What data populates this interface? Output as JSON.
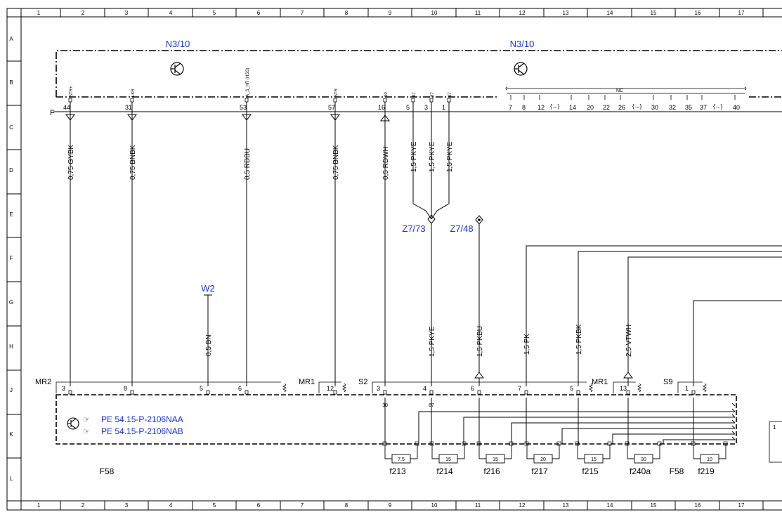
{
  "frame": {
    "columns": [
      "1",
      "2",
      "3",
      "4",
      "5",
      "6",
      "7",
      "8",
      "9",
      "10",
      "11",
      "12",
      "13",
      "14",
      "15",
      "16",
      "17"
    ],
    "rows": [
      "A",
      "B",
      "C",
      "D",
      "E",
      "F",
      "G",
      "H",
      "J",
      "K",
      "L"
    ]
  },
  "components": {
    "n310_left": "N3/10",
    "n310_right": "N3/10",
    "z773": "Z7/73",
    "z748": "Z7/48",
    "w2": "W2",
    "f58_left": "F58",
    "f58_right": "F58"
  },
  "connector_f": "F",
  "nc_label": "NC",
  "top_pins": [
    {
      "num": "44",
      "sig": "STR+",
      "wire": "0,75 GYBK"
    },
    {
      "num": "31",
      "sig": "LKR",
      "wire": "0,75 BNBK"
    },
    {
      "num": "53",
      "sig": "A_S_HR (HSS)",
      "wire": "0,5 RDBU"
    },
    {
      "num": "57",
      "sig": "STR",
      "wire": "0,75 BNBK"
    },
    {
      "num": "16",
      "sig": "30",
      "wire": "0,5 RDWH"
    },
    {
      "num": "5",
      "sig": "87",
      "wire": "1,5 PKYE"
    },
    {
      "num": "3",
      "sig": "87",
      "wire": "1,5 PKYE"
    },
    {
      "num": "1",
      "sig": "87",
      "wire": "1,5 PKYE"
    }
  ],
  "nc_pins": [
    "7",
    "8",
    "12",
    "14",
    "20",
    "22",
    "26",
    "30",
    "32",
    "35",
    "37",
    "40"
  ],
  "w2_wire": "0,5 BN",
  "mid_wires": [
    "1,5 PKYE",
    "1,5 PKBU",
    "1,5 PK",
    "1,5 PKBK",
    "2,5 VTWH"
  ],
  "bottom_connectors": [
    "MR2",
    "MR1",
    "S2",
    "MR1",
    "S9"
  ],
  "bottom_pins": [
    "3",
    "8",
    "5",
    "6",
    "12",
    "3",
    "4",
    "6",
    "7",
    "5",
    "13",
    "1"
  ],
  "terminal_labels": [
    "30",
    "87"
  ],
  "refs": [
    "PE 54.15-P-2106NAA",
    "PE 54.15-P-2106NAB"
  ],
  "fuses": [
    {
      "rating": "7,5",
      "name": "f213"
    },
    {
      "rating": "15",
      "name": "f214"
    },
    {
      "rating": "15",
      "name": "f216"
    },
    {
      "rating": "20",
      "name": "f217"
    },
    {
      "rating": "15",
      "name": "f215"
    },
    {
      "rating": "30",
      "name": "f240a"
    },
    {
      "rating": "10",
      "name": "f219"
    }
  ],
  "colors": {
    "line": "#000000",
    "component_label": "#1a33cc",
    "background": "#ffffff"
  }
}
